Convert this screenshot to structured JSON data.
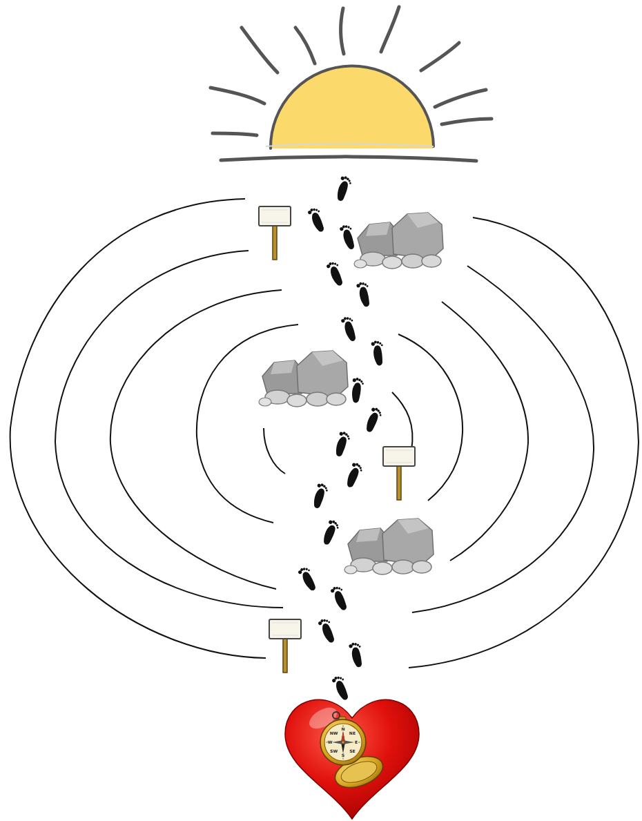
{
  "diagram": {
    "labels": [
      "N",
      "NE",
      "E",
      "SE",
      "S",
      "SW",
      "W",
      "NW"
    ]
  }
}
